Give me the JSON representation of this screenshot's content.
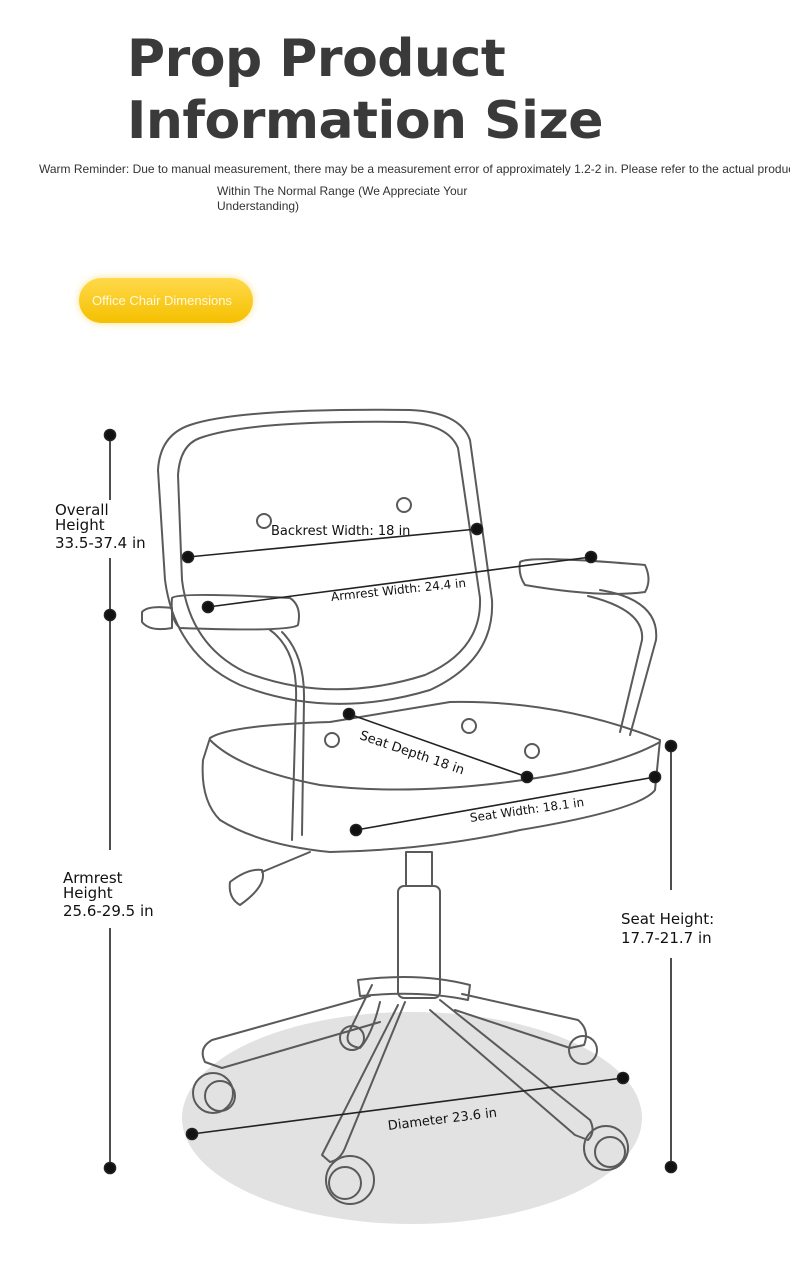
{
  "title": {
    "line1": "Prop Product",
    "line2": "Information Size"
  },
  "reminder": {
    "line1": "Warm Reminder: Due to manual measurement, there may be a measurement error of approximately 1.2-2 in. Please refer to the actual product",
    "line2": "Within The Normal Range (We Appreciate Your Understanding)"
  },
  "badge": {
    "label": "Office Chair Dimensions"
  },
  "dimensions": {
    "overall_height": {
      "line1": "Overall",
      "line2": "Height",
      "value": "33.5-37.4 in"
    },
    "armrest_height": {
      "line1": "Armrest",
      "line2": "Height",
      "value": "25.6-29.5 in"
    },
    "seat_height": {
      "line1": "Seat Height:",
      "value": "17.7-21.7 in"
    },
    "backrest_width": "Backrest Width: 18 in",
    "armrest_width": "Armrest Width: 24.4 in",
    "seat_depth": "Seat Depth 18 in",
    "seat_width": "Seat Width: 18.1 in",
    "diameter": "Diameter 23.6 in"
  },
  "colors": {
    "badge": "#f7c400",
    "line": "#222222",
    "outline": "#5a5a5a",
    "shadow": "#dcdcdc"
  }
}
